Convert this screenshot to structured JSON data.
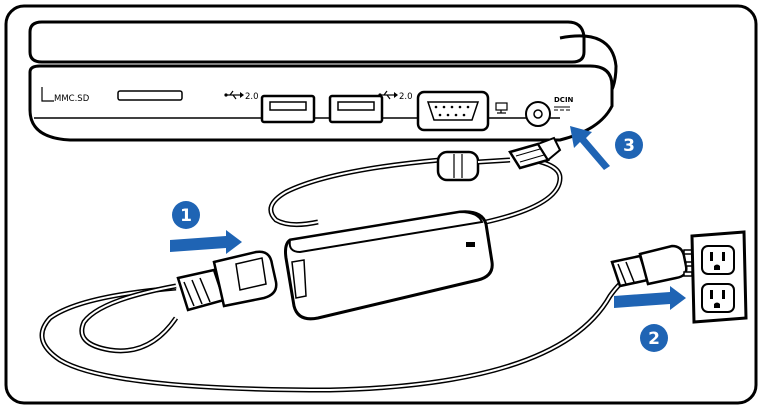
{
  "ports": {
    "card_reader": "MMC.SD",
    "usb_left": "2.0",
    "usb_right": "2.0",
    "dc_in": "DCIN"
  },
  "steps": [
    "1",
    "2",
    "3"
  ],
  "colors": {
    "accent": "#1f64b4",
    "frame": "#000000",
    "background": "#ffffff"
  },
  "icons": {
    "usb_left": "usb-icon",
    "usb_right": "usb-icon",
    "monitor": "monitor-icon",
    "dc_polarity": "dc-polarity-icon"
  }
}
